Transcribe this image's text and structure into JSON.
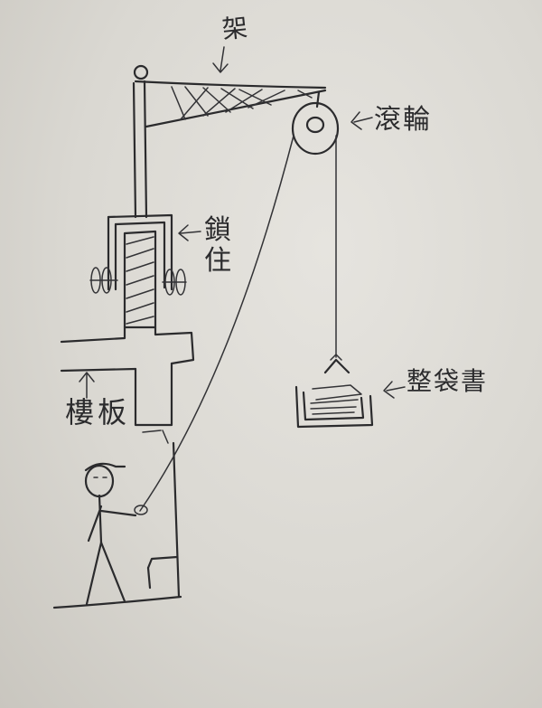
{
  "labels": {
    "frame": "架",
    "pulley": "滾輪",
    "clamp": "鎖住",
    "floor_slab": "樓板",
    "books": "整袋書"
  },
  "colors": {
    "ink": "#2b2b2d",
    "paper": "#dad8d2"
  }
}
